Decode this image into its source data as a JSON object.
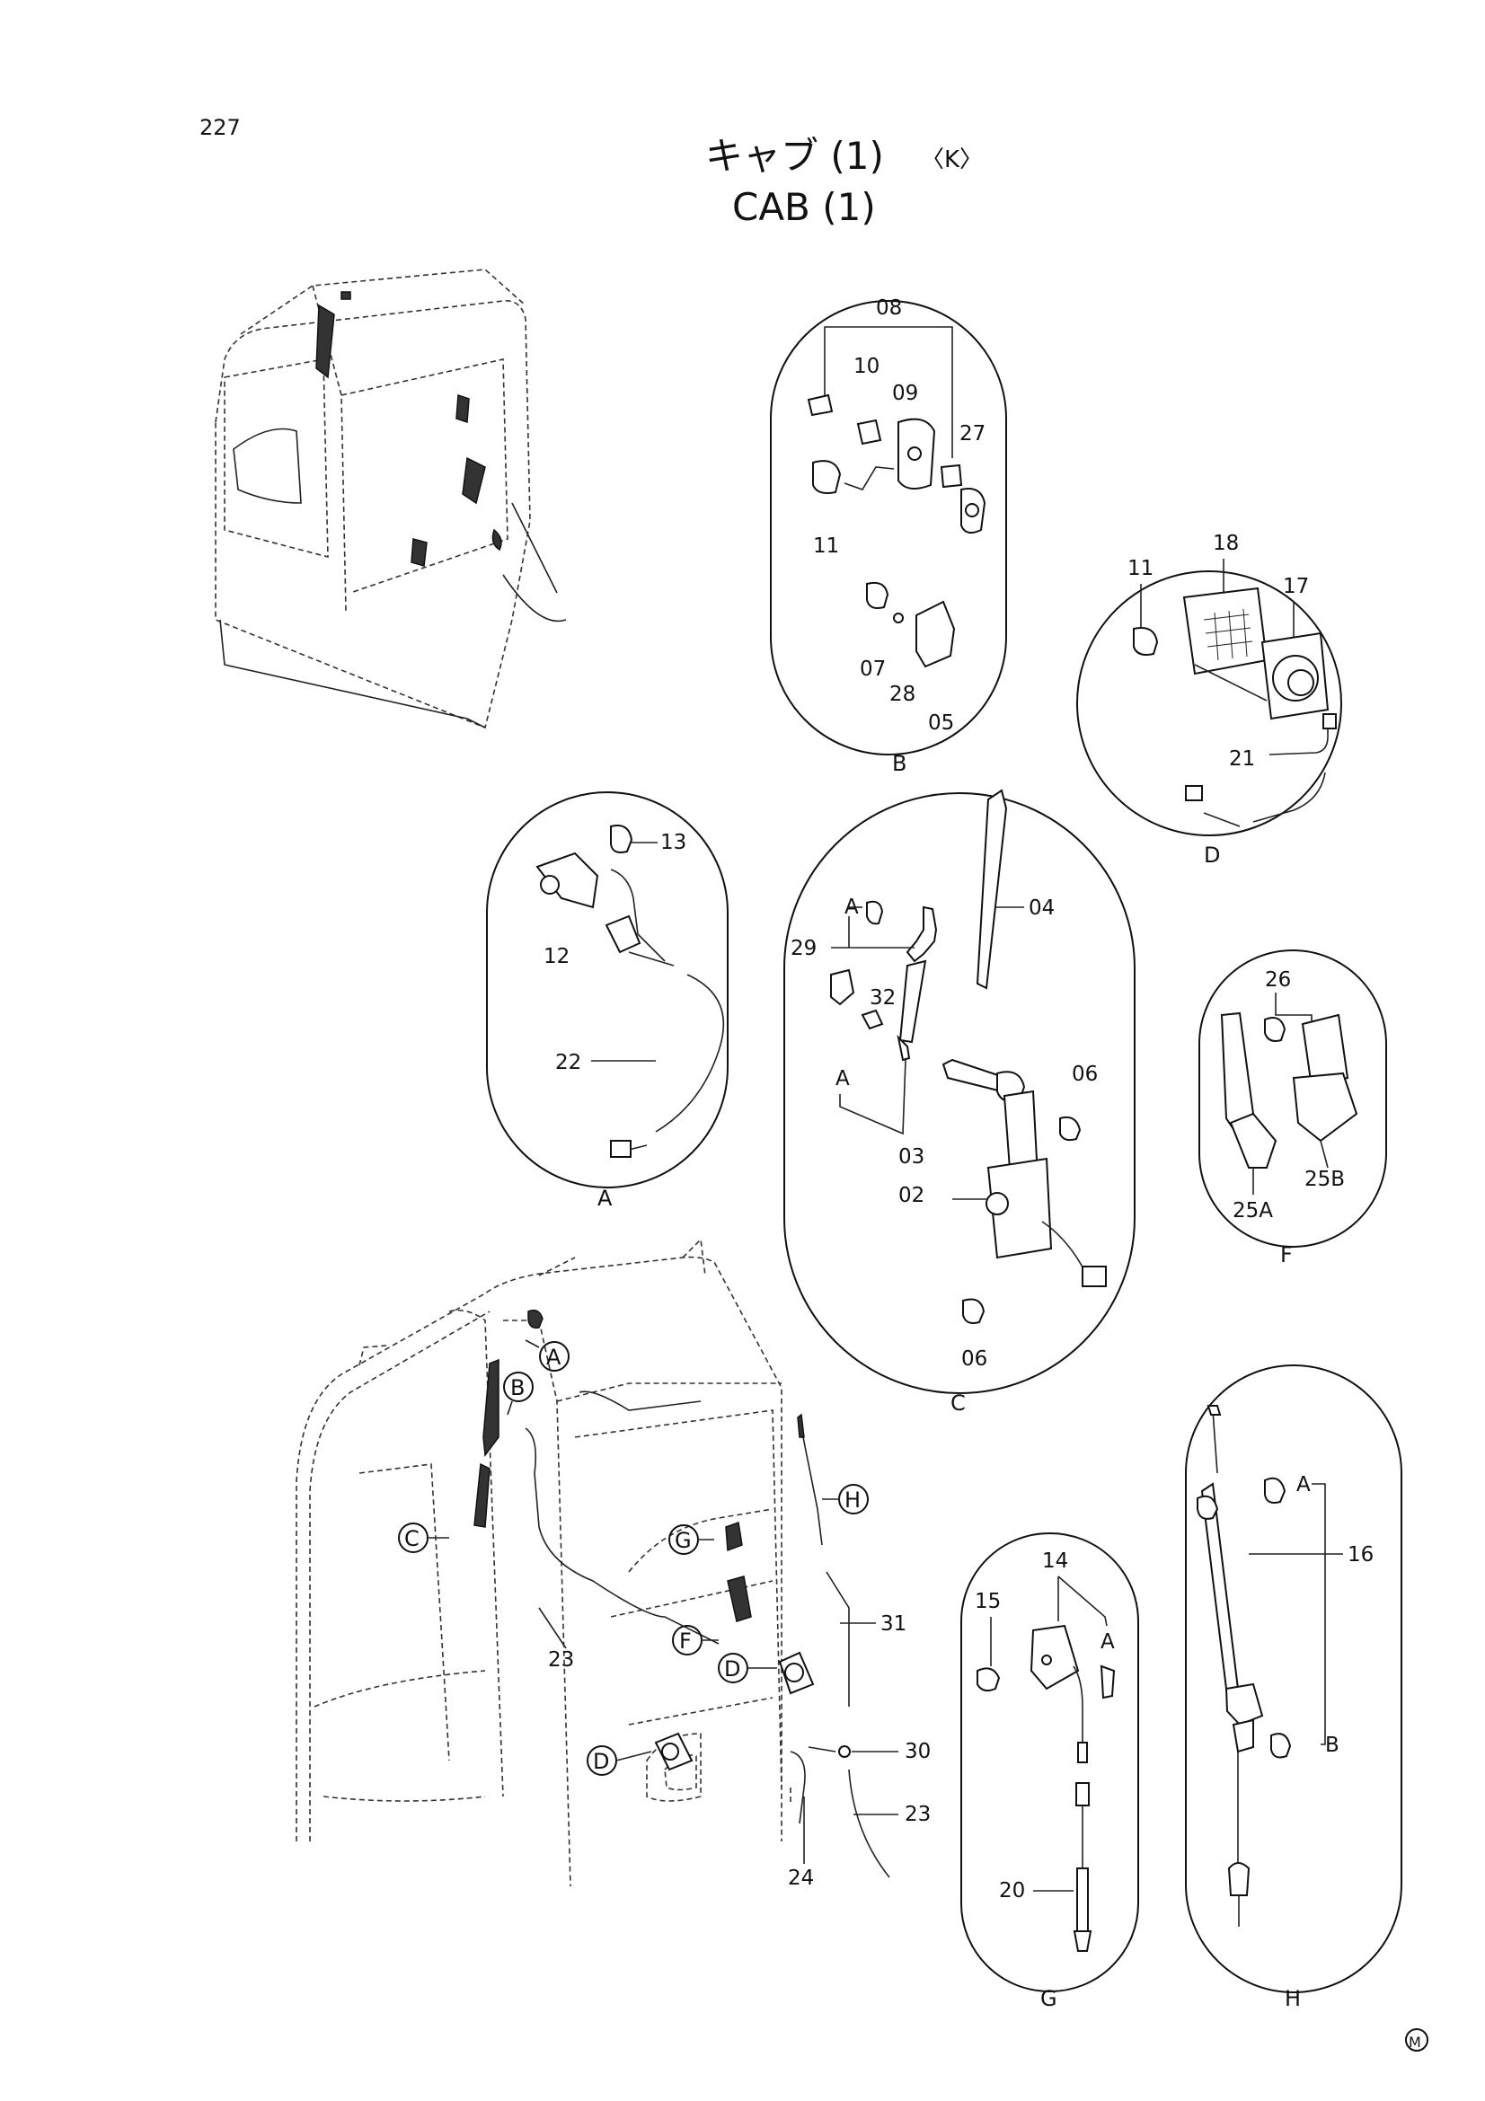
{
  "header": {
    "page_number": "227",
    "title_jp": "キャブ (1)",
    "title_tag": "〈K〉",
    "title_en": "CAB (1)"
  },
  "detail_views": {
    "A": {
      "letter": "A",
      "labels": [
        "13",
        "12",
        "22"
      ]
    },
    "B": {
      "letter": "B",
      "labels": [
        "08",
        "10",
        "09",
        "27",
        "11",
        "07",
        "28",
        "05"
      ]
    },
    "C": {
      "letter": "C",
      "labels": [
        "04",
        "A",
        "29",
        "32",
        "A",
        "06",
        "03",
        "02",
        "06"
      ]
    },
    "D": {
      "letter": "D",
      "labels": [
        "11",
        "18",
        "17",
        "21"
      ]
    },
    "F": {
      "letter": "F",
      "labels": [
        "26",
        "25B",
        "25A"
      ]
    },
    "G": {
      "letter": "G",
      "labels": [
        "14",
        "15",
        "A",
        "20"
      ]
    },
    "H": {
      "letter": "H",
      "labels": [
        "A",
        "16",
        "B"
      ]
    }
  },
  "main_view": {
    "callouts": [
      "A",
      "B",
      "C",
      "G",
      "H",
      "F",
      "D",
      "D"
    ],
    "labels": [
      "31",
      "23",
      "30",
      "23",
      "24"
    ]
  },
  "footer": {
    "mark": "M"
  }
}
